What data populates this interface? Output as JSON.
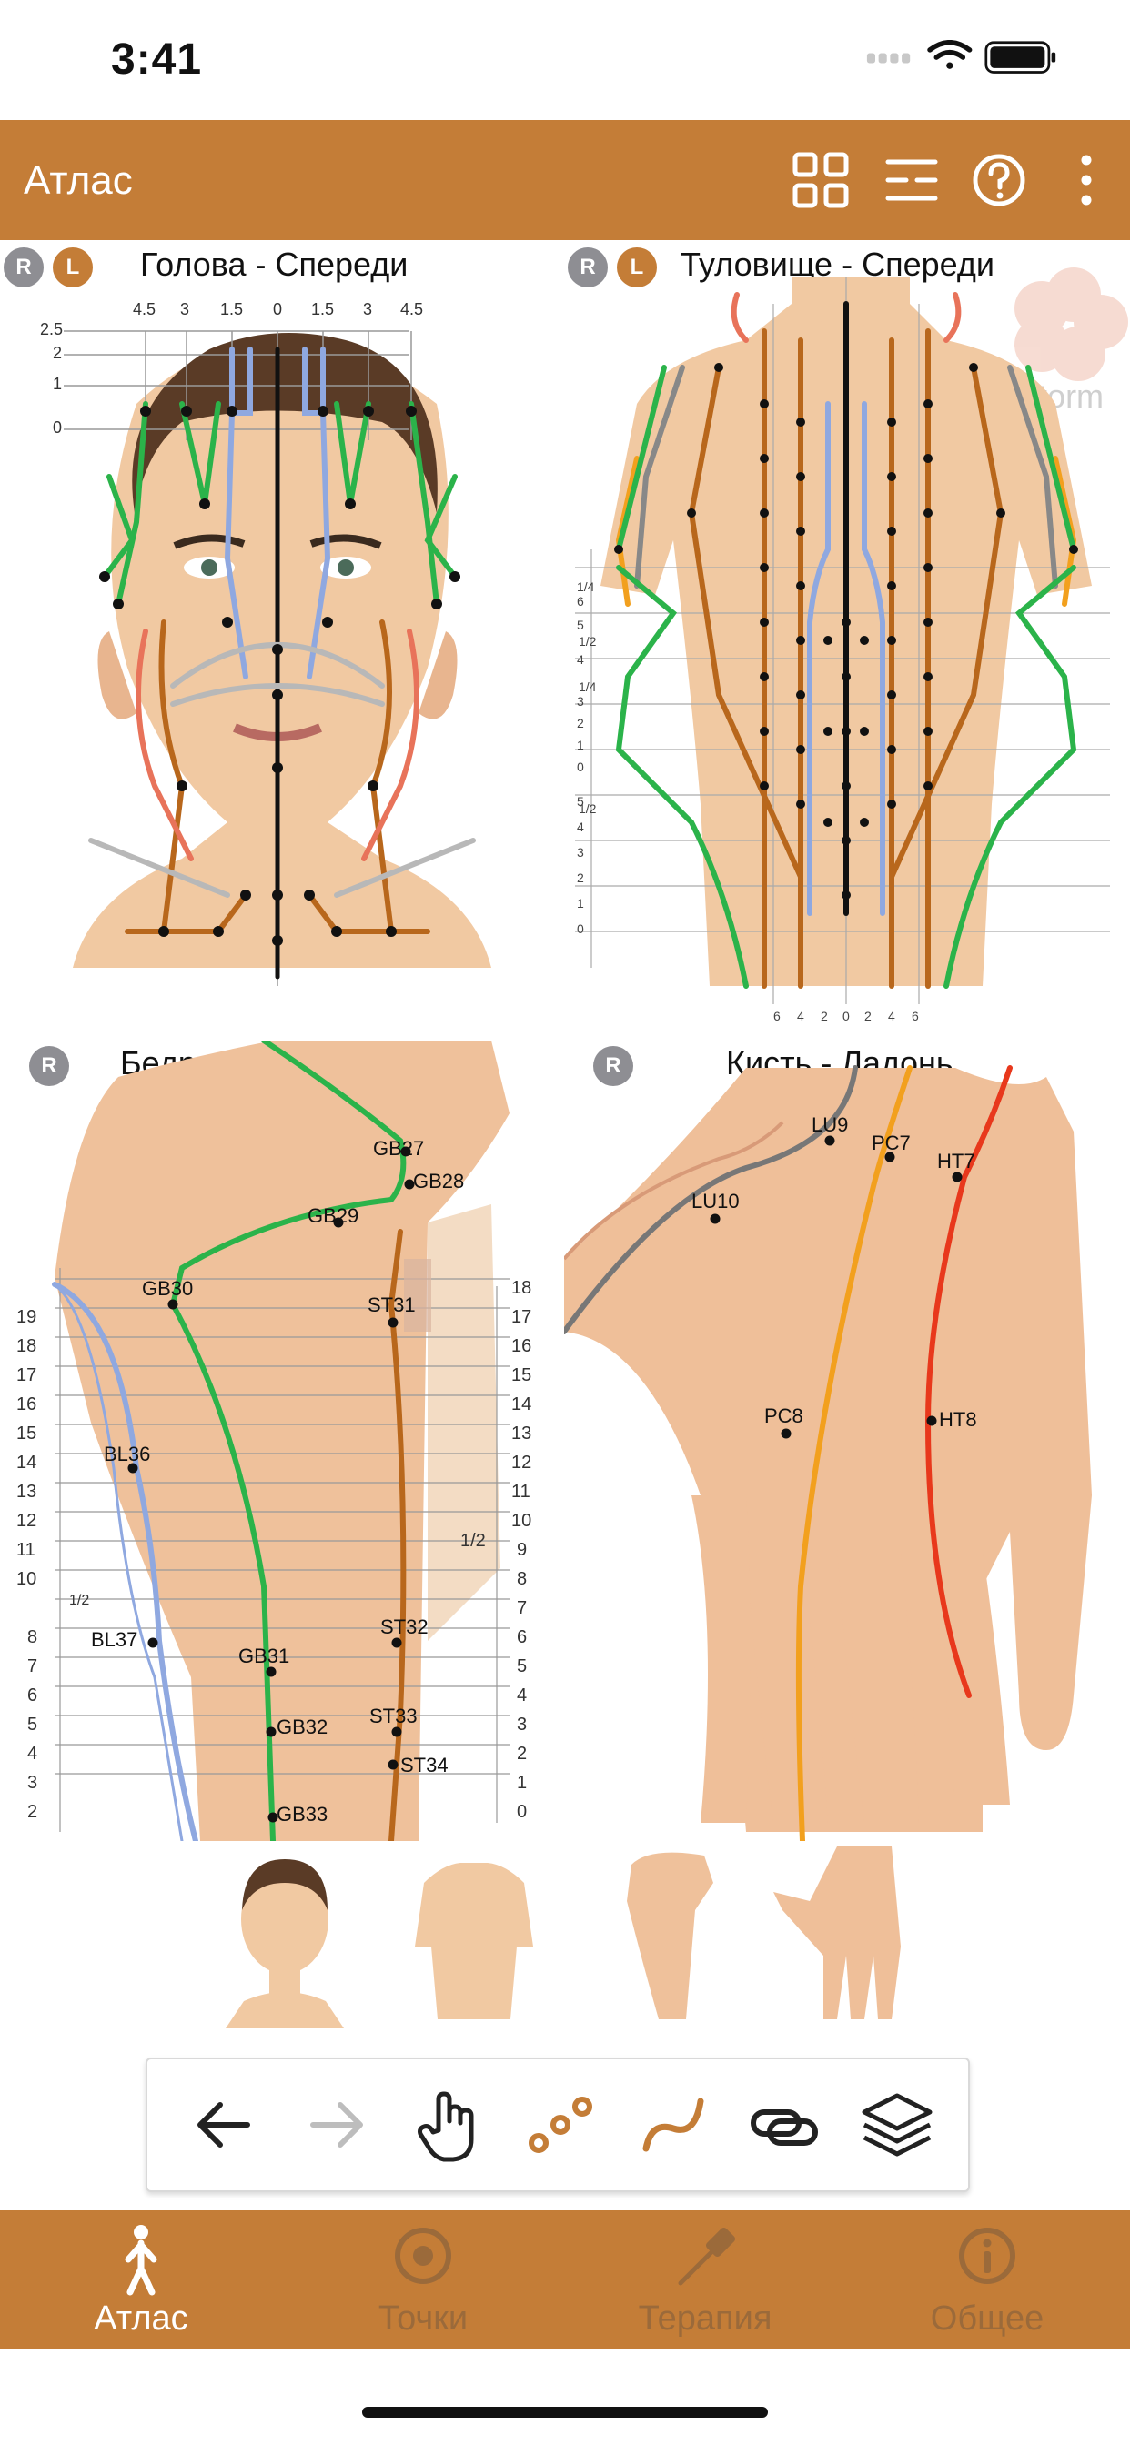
{
  "status_bar": {
    "time": "3:41",
    "icons": [
      "signal-icon",
      "wifi-icon",
      "battery-icon"
    ]
  },
  "header": {
    "title": "Атлас",
    "actions": [
      "grid-view-icon",
      "list-view-icon",
      "help-icon",
      "more-icon"
    ]
  },
  "watermark": {
    "text": "AcuStorm",
    "icon": "hibiscus-flower-icon"
  },
  "panels": {
    "head_front": {
      "title": "Голова - Спереди",
      "badges": [
        "R",
        "L"
      ],
      "scale_top": [
        "4.5",
        "3",
        "1.5",
        "0",
        "1.5",
        "3",
        "4.5"
      ],
      "scale_left": [
        "2.5",
        "2",
        "1",
        "0"
      ]
    },
    "torso_front": {
      "title": "Туловище - Спереди",
      "badges": [
        "R",
        "L"
      ],
      "scale_left": [
        "1/4",
        "6",
        "5",
        "1/2",
        "4",
        "1/4",
        "3",
        "2",
        "1",
        "0",
        "5",
        "4",
        "3",
        "1/2",
        "2",
        "1",
        "0"
      ],
      "scale_bottom": [
        "6",
        "4",
        "2",
        "0",
        "2",
        "4",
        "6"
      ]
    },
    "thigh_lateral": {
      "title": "Бедро - Латерально",
      "badges": [
        "R"
      ],
      "scale_left": [
        "19",
        "18",
        "17",
        "16",
        "15",
        "14",
        "13",
        "12",
        "11",
        "10",
        "1/2",
        "8",
        "7",
        "6",
        "5",
        "4",
        "3",
        "2"
      ],
      "scale_right": [
        "18",
        "17",
        "16",
        "15",
        "14",
        "13",
        "12",
        "11",
        "10",
        "9",
        "8",
        "7",
        "6",
        "5",
        "4",
        "3",
        "2",
        "1",
        "0"
      ],
      "mid_label": "1/2",
      "points": [
        "GB27",
        "GB28",
        "GB29",
        "GB30",
        "ST31",
        "BL36",
        "BL37",
        "GB31",
        "ST32",
        "GB32",
        "ST33",
        "ST34",
        "GB33"
      ]
    },
    "hand_palm": {
      "title": "Кисть - Ладонь",
      "badges": [
        "R"
      ],
      "points": [
        "LU9",
        "PC7",
        "HT7",
        "LU10",
        "PC8",
        "HT8"
      ]
    }
  },
  "thumbnails": [
    "head-thumbnail",
    "torso-thumbnail",
    "thigh-thumbnail",
    "hand-thumbnail"
  ],
  "toolbar": [
    "back-arrow-icon",
    "forward-arrow-icon",
    "hand-pointer-icon",
    "points-icon",
    "meridian-line-icon",
    "link-icon",
    "layers-icon"
  ],
  "tabs": [
    {
      "label": "Атлас",
      "icon": "person-icon",
      "active": true
    },
    {
      "label": "Точки",
      "icon": "target-point-icon",
      "active": false
    },
    {
      "label": "Терапия",
      "icon": "needle-icon",
      "active": false
    },
    {
      "label": "Общее",
      "icon": "info-icon",
      "active": false
    }
  ],
  "colors": {
    "brand": "#c47d37",
    "inactive_tab": "#9b6a3a",
    "gb_meridian": "#2bb34a",
    "st_meridian": "#b8671c",
    "bl_meridian": "#8fa8e0",
    "lu_meridian": "#6e6e6e",
    "pc_meridian": "#f2a01e",
    "ht_meridian": "#e8381c"
  }
}
